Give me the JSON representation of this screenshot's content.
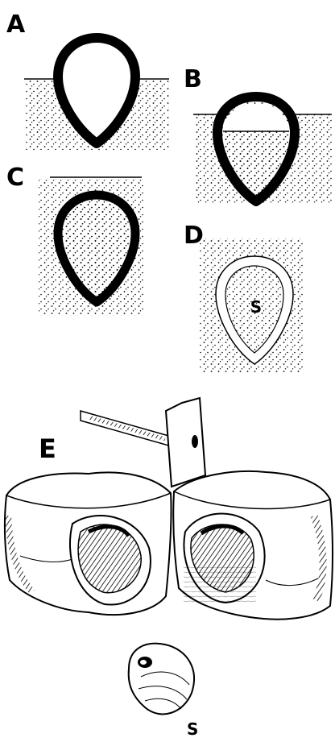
{
  "panels": {
    "a": {
      "label": "A"
    },
    "b": {
      "label": "B"
    },
    "c": {
      "label": "C"
    },
    "d": {
      "label": "D",
      "mold_label": "S"
    },
    "e": {
      "label": "E",
      "shell_label": "S"
    }
  },
  "colors": {
    "ink": "#000000",
    "paper": "#ffffff",
    "stone": "#d8d8d8"
  }
}
